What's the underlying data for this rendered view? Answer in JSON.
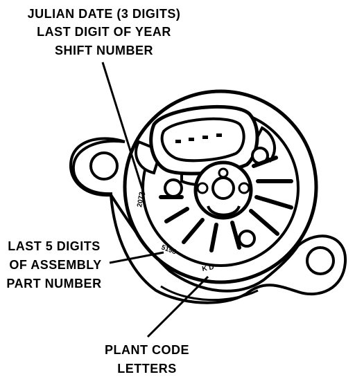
{
  "labels": {
    "julian_date": "JULIAN DATE (3 DIGITS)",
    "last_digit_year": "LAST DIGIT OF YEAR",
    "shift_number": "SHIFT NUMBER",
    "last_5_digits": "LAST 5 DIGITS",
    "of_assembly": "OF ASSEMBLY",
    "part_number": "PART NUMBER",
    "plant_code": "PLANT CODE",
    "letters": "LETTERS"
  },
  "stamps": {
    "date_code": "2072",
    "part_digits": "5198",
    "plant_letters": "K D"
  },
  "colors": {
    "ink": "#000000",
    "paper": "#ffffff"
  }
}
